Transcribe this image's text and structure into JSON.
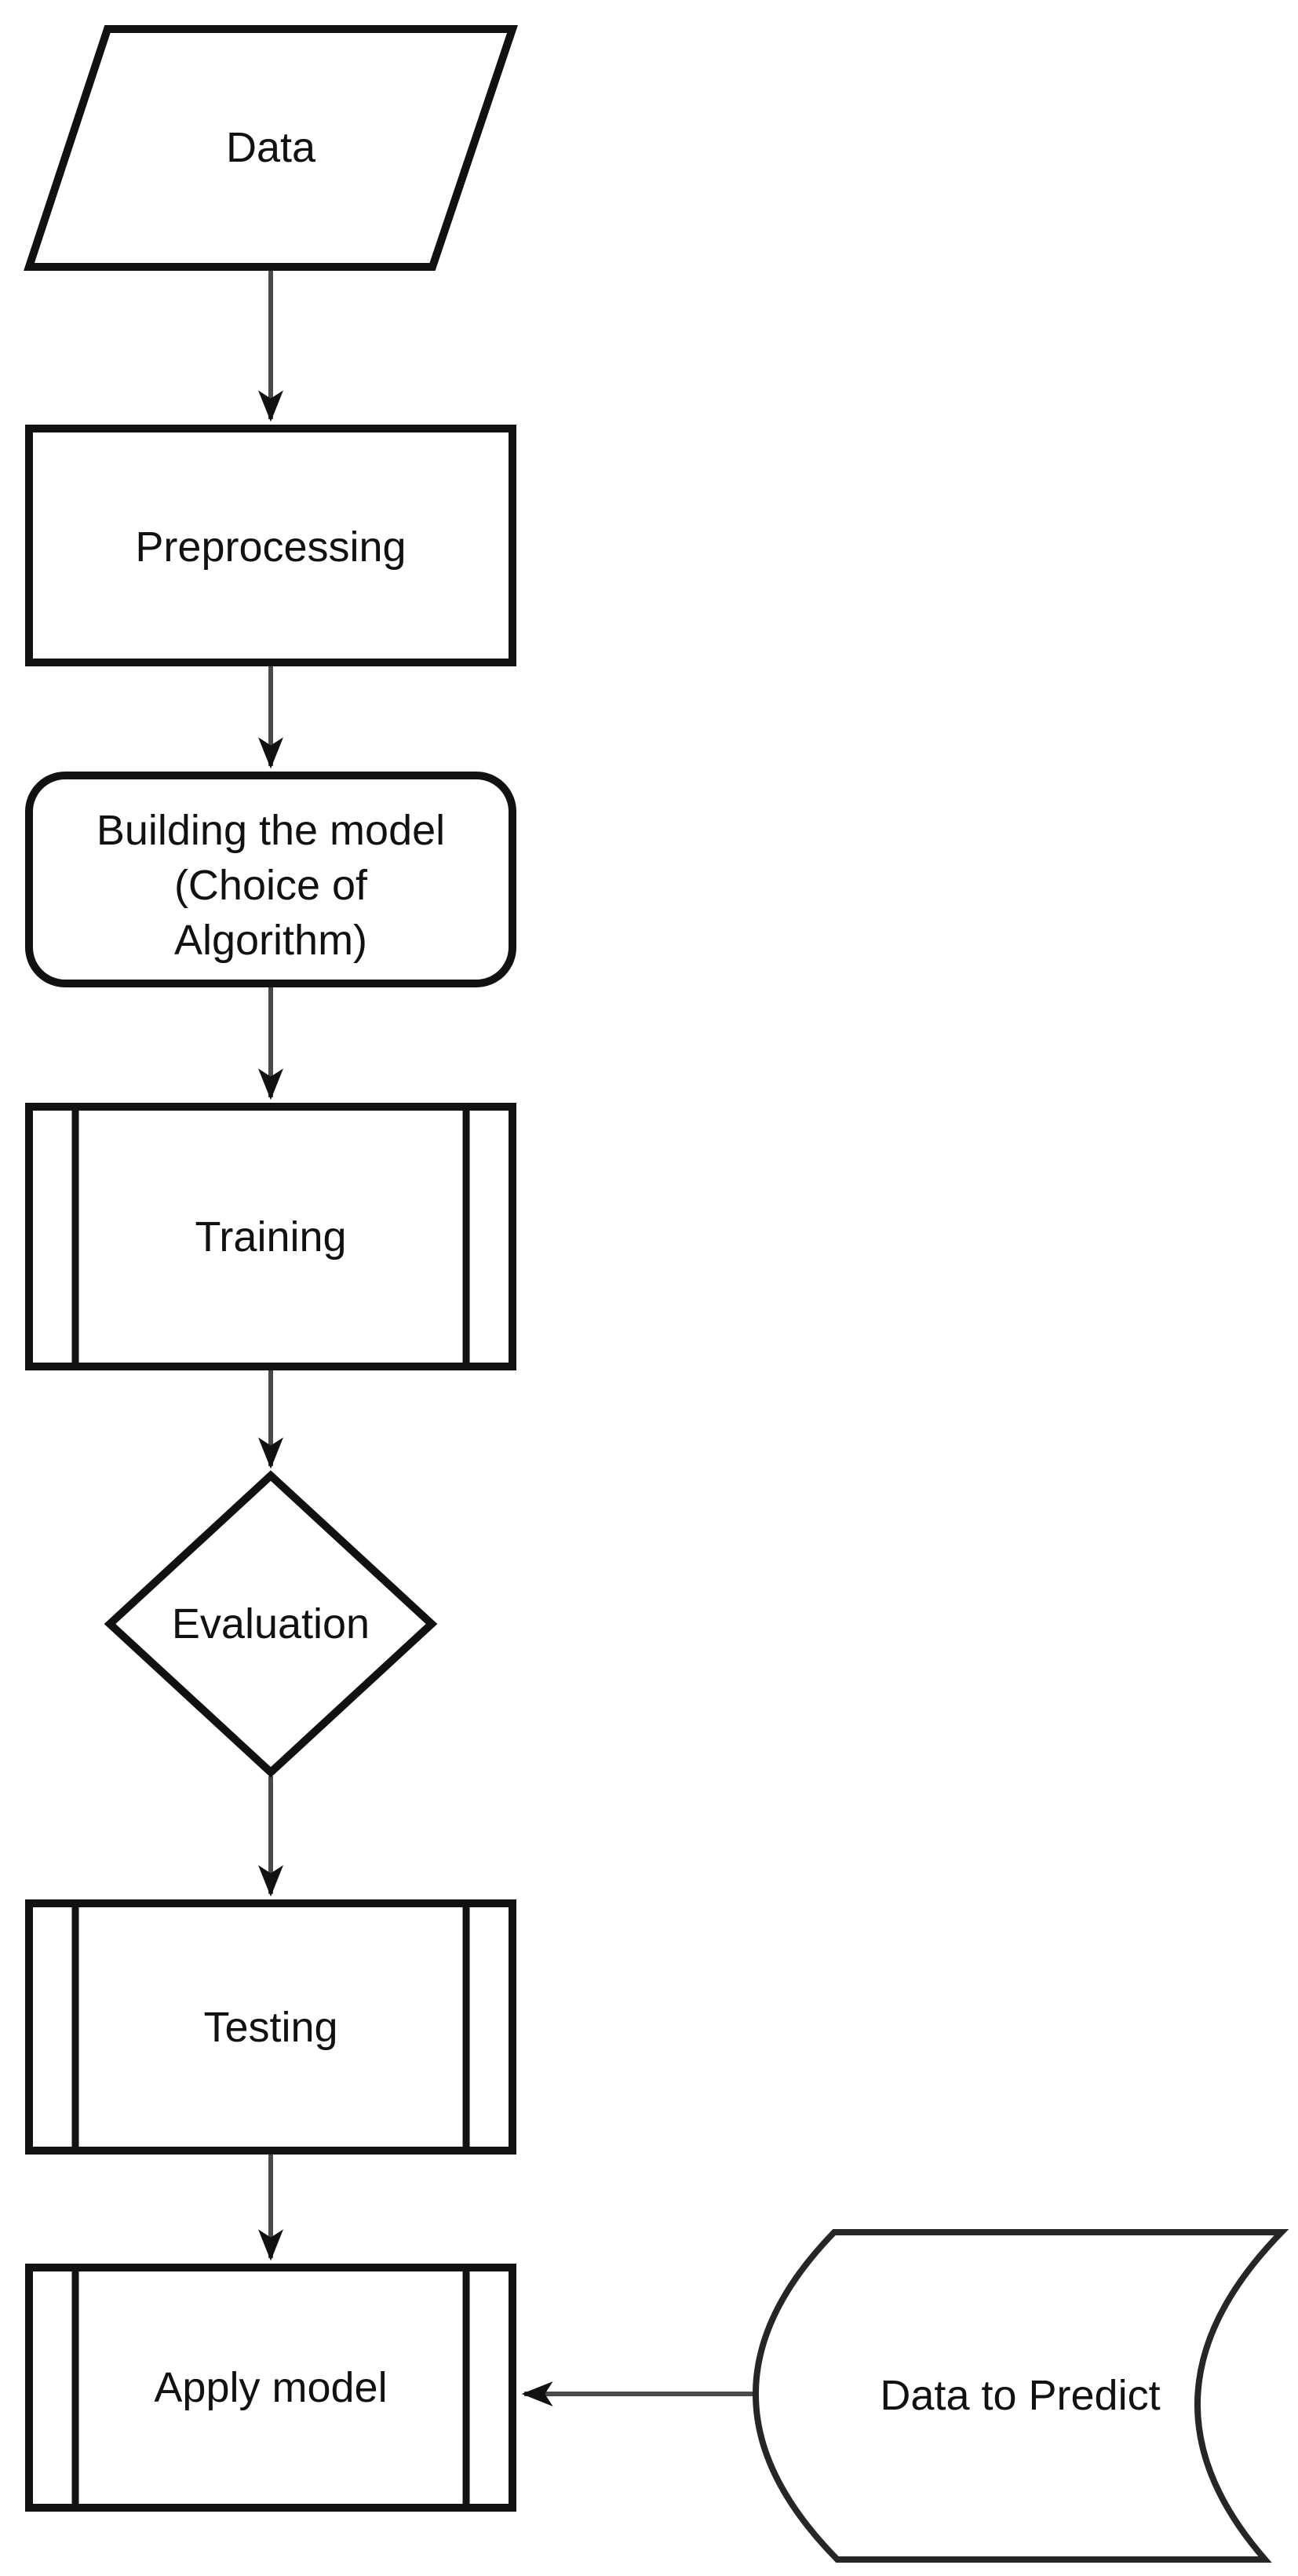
{
  "diagram": {
    "type": "flowchart",
    "background": "#ffffff",
    "shape_stroke_color": "#111111",
    "connector_color": "#4a4a4a",
    "arrowhead_color": "#111111",
    "text_color": "#111111",
    "nodes": [
      {
        "id": "data",
        "shape": "parallelogram",
        "label": "Data"
      },
      {
        "id": "preprocessing",
        "shape": "process-rectangle",
        "label": "Preprocessing"
      },
      {
        "id": "building-the-model",
        "shape": "rounded-rectangle",
        "label": "Building the model (Choice of Algorithm)",
        "lines": [
          "Building the model",
          "(Choice of",
          "Algorithm)"
        ]
      },
      {
        "id": "training",
        "shape": "predefined-process",
        "label": "Training"
      },
      {
        "id": "evaluation",
        "shape": "decision-diamond",
        "label": "Evaluation"
      },
      {
        "id": "testing",
        "shape": "predefined-process",
        "label": "Testing"
      },
      {
        "id": "apply-model",
        "shape": "predefined-process",
        "label": "Apply model"
      },
      {
        "id": "data-to-predict",
        "shape": "stored-data",
        "label": "Data to Predict"
      }
    ],
    "edges": [
      {
        "from": "data",
        "to": "preprocessing",
        "direction": "down"
      },
      {
        "from": "preprocessing",
        "to": "building-the-model",
        "direction": "down"
      },
      {
        "from": "building-the-model",
        "to": "training",
        "direction": "down"
      },
      {
        "from": "training",
        "to": "evaluation",
        "direction": "down"
      },
      {
        "from": "evaluation",
        "to": "testing",
        "direction": "down"
      },
      {
        "from": "testing",
        "to": "apply-model",
        "direction": "down"
      },
      {
        "from": "data-to-predict",
        "to": "apply-model",
        "direction": "left"
      }
    ]
  }
}
